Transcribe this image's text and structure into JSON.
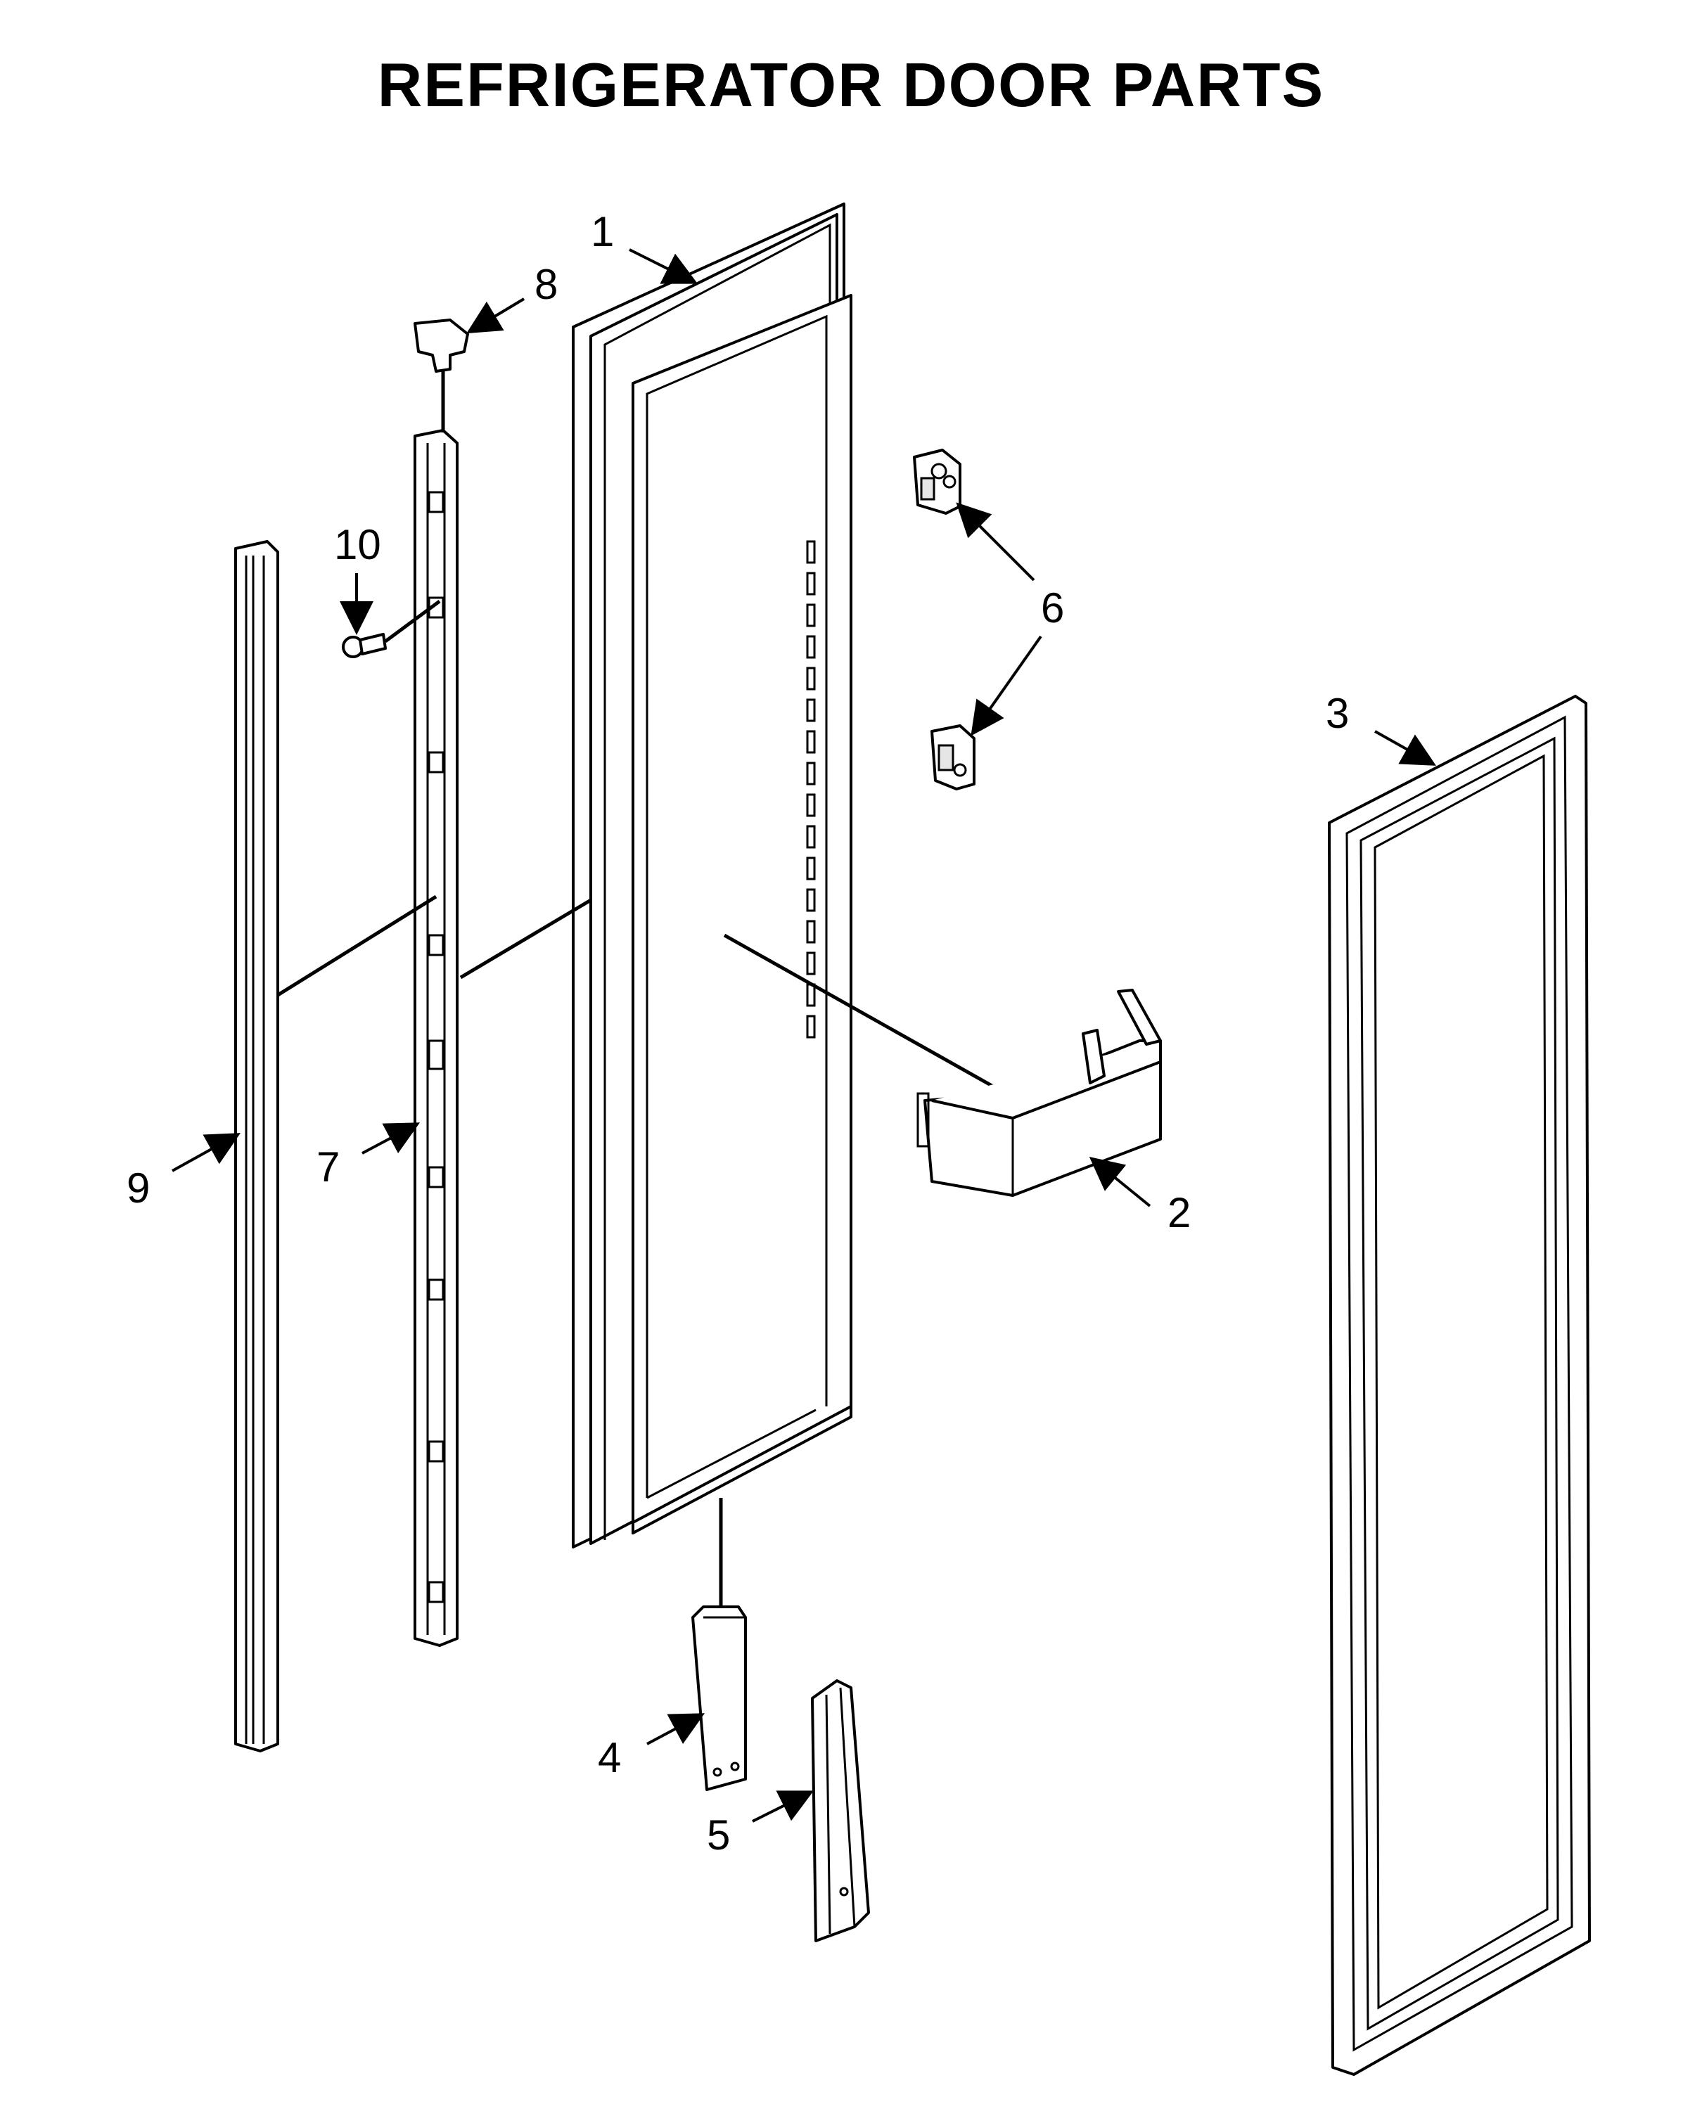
{
  "title": "REFRIGERATOR DOOR PARTS",
  "callouts": [
    {
      "id": "1",
      "label": "1",
      "part": "door-liner"
    },
    {
      "id": "2",
      "label": "2",
      "part": "door-bin"
    },
    {
      "id": "3",
      "label": "3",
      "part": "door-gasket"
    },
    {
      "id": "4",
      "label": "4",
      "part": "bracket"
    },
    {
      "id": "5",
      "label": "5",
      "part": "door-handle-trim"
    },
    {
      "id": "6",
      "label": "6",
      "part": "hinge"
    },
    {
      "id": "7",
      "label": "7",
      "part": "hinge-channel"
    },
    {
      "id": "8",
      "label": "8",
      "part": "door-stop"
    },
    {
      "id": "9",
      "label": "9",
      "part": "door-trim-strip"
    },
    {
      "id": "10",
      "label": "10",
      "part": "screw"
    }
  ],
  "colors": {
    "line": "#000000",
    "background": "#ffffff",
    "shade": "#e6e6e6"
  }
}
